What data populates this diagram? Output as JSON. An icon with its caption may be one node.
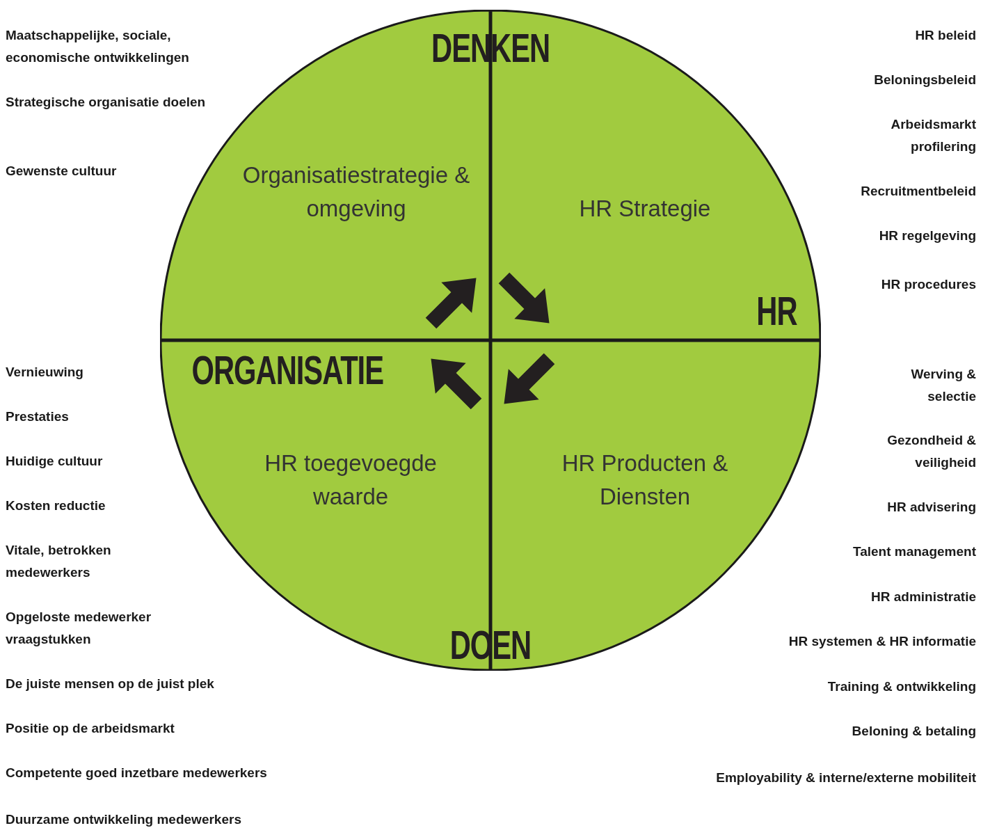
{
  "diagram": {
    "nodes": [
      {
        "text": [
          "Organisatiestrategie & omgeving"
        ]
      },
      {
        "text": [
          "HR Strategie"
        ]
      },
      {
        "text": [
          "HR toegevoegde waarde"
        ]
      },
      {
        "text": [
          "HR Producten & Diensten"
        ]
      }
    ],
    "labels": [
      "DENKEN",
      "HR",
      "ORGANISATIE",
      "DOEN",
      "Maatschappelijke, sociale, economische ontwikkelingen",
      "Strategische organisatie doelen",
      "Gewenste cultuur",
      "Vernieuwing",
      "Prestaties",
      "Huidige cultuur",
      "Kosten reductie",
      "Vitale, betrokken medewerkers",
      "Opgeloste medewerker vraagstukken",
      "De juiste mensen op de juist plek",
      "Positie op de arbeidsmarkt",
      "Competente goed inzetbare medewerkers",
      "Duurzame ontwikkeling medewerkers",
      "HR beleid",
      "Beloningsbeleid",
      "Arbeidsmarkt profilering",
      "Recruitmentbeleid",
      "HR regelgeving",
      "HR procedures",
      "Werving & selectie",
      "Gezondheid & veiligheid",
      "HR advisering",
      "Talent management",
      "HR administratie",
      "HR systemen & HR informatie",
      "Training & ontwikkeling",
      "Beloning & betaling",
      "Employability & interne/externe mobiliteit"
    ]
  }
}
